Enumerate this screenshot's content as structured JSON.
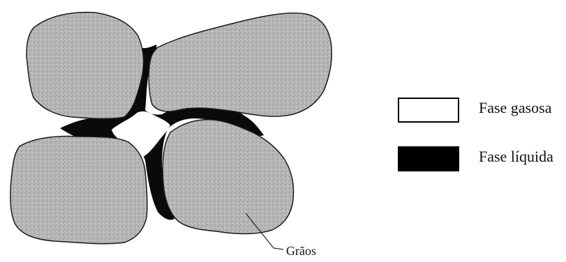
{
  "diagram": {
    "legend": [
      {
        "label": "Fase gasosa",
        "fill": "#ffffff"
      },
      {
        "label": "Fase líquida",
        "fill": "#000000"
      }
    ],
    "grain_label": "Grãos",
    "colors": {
      "grain": "#b3b3b3",
      "grain_texture": "#8c8c8c",
      "liquid": "#0a0a0a",
      "outline": "#1a1a1a"
    }
  }
}
